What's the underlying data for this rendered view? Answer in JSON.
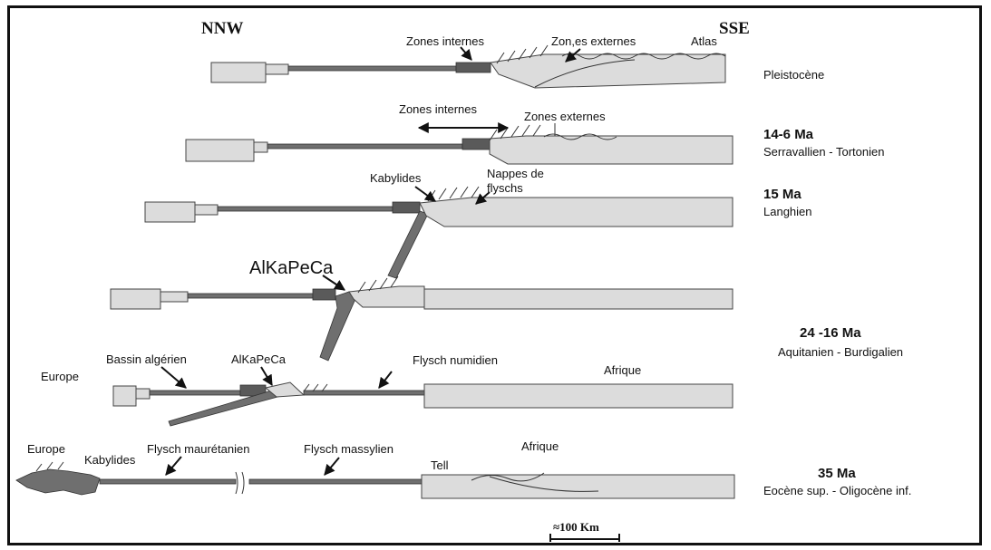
{
  "header": {
    "left": "NNW",
    "right": "SSE"
  },
  "sections": [
    {
      "labels": [
        "Zones internes",
        "Zon,es externes",
        "Atlas"
      ],
      "age": "",
      "stage": "Pleistocène"
    },
    {
      "labels": [
        "Zones internes",
        "Zones externes"
      ],
      "age": "14-6 Ma",
      "stage": "Serravallien - Tortonien"
    },
    {
      "labels": [
        "Kabylides",
        "Nappes de",
        "flyschs"
      ],
      "age": "15 Ma",
      "stage": "Langhien"
    },
    {
      "labels": [
        "AlKaPeCa"
      ],
      "age": "24 -16 Ma",
      "stage": "Aquitanien - Burdigalien"
    },
    {
      "labels": [
        "Europe",
        "Bassin algérien",
        "AlKaPeCa",
        "Flysch numidien",
        "Afrique"
      ],
      "age": "",
      "stage": ""
    },
    {
      "labels": [
        "Europe",
        "Kabylides",
        "Flysch maurétanien",
        "Flysch massylien",
        "Tell",
        "Afrique"
      ],
      "age": "35 Ma",
      "stage": "Eocène sup. - Oligocène inf."
    }
  ],
  "scale": {
    "label": "≈100 Km"
  }
}
